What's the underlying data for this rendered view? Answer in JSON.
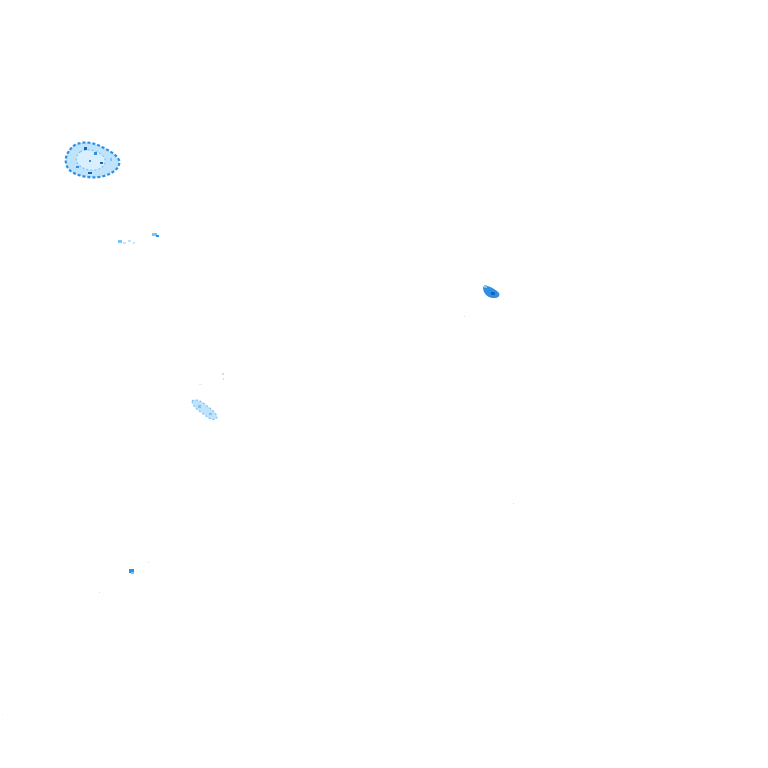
{
  "map": {
    "background": "#ffffff",
    "palette": {
      "light": "#bfe3fb",
      "mid": "#7cc4f4",
      "strong": "#2f8fe0",
      "dark": "#1565c0"
    },
    "features": [
      {
        "kind": "rain-cell",
        "intensity": "moderate-heavy"
      },
      {
        "kind": "rain-speck",
        "intensity": "light"
      },
      {
        "kind": "rain-speck",
        "intensity": "light"
      },
      {
        "kind": "rain-cell",
        "intensity": "heavy"
      },
      {
        "kind": "rain-cell",
        "intensity": "light"
      },
      {
        "kind": "rain-speck",
        "intensity": "moderate"
      }
    ]
  }
}
